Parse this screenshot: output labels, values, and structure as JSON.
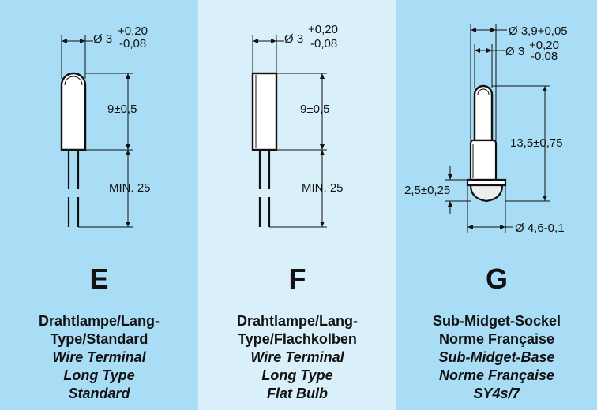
{
  "panels": [
    {
      "letter": "E",
      "dims": {
        "dia": "Ø 3",
        "tol_plus": "+0,20",
        "tol_minus": "-0,08",
        "length": "9±0,5",
        "wire": "MIN. 25"
      },
      "caption": [
        "Drahtlampe/Lang-",
        "Type/Standard",
        "Wire Terminal",
        "Long Type",
        "Standard"
      ]
    },
    {
      "letter": "F",
      "dims": {
        "dia": "Ø 3",
        "tol_plus": "+0,20",
        "tol_minus": "-0,08",
        "length": "9±0,5",
        "wire": "MIN. 25"
      },
      "caption": [
        "Drahtlampe/Lang-",
        "Type/Flachkolben",
        "Wire Terminal",
        "Long Type",
        "Flat Bulb"
      ]
    },
    {
      "letter": "G",
      "dims": {
        "dia_outer": "Ø 3,9+0,05",
        "dia": "Ø 3",
        "tol_plus": "+0,20",
        "tol_minus": "-0,08",
        "length": "13,5±0,75",
        "flange": "2,5±0,25",
        "base": "Ø 4,6-0,1"
      },
      "caption": [
        "Sub-Midget-Sockel",
        "Norme Française",
        "Sub-Midget-Base",
        "Norme Française",
        "SY4s/7"
      ]
    }
  ],
  "colors": {
    "panel_dark": "#a9dcf5",
    "panel_light": "#d9f0fb",
    "ink": "#111111"
  }
}
